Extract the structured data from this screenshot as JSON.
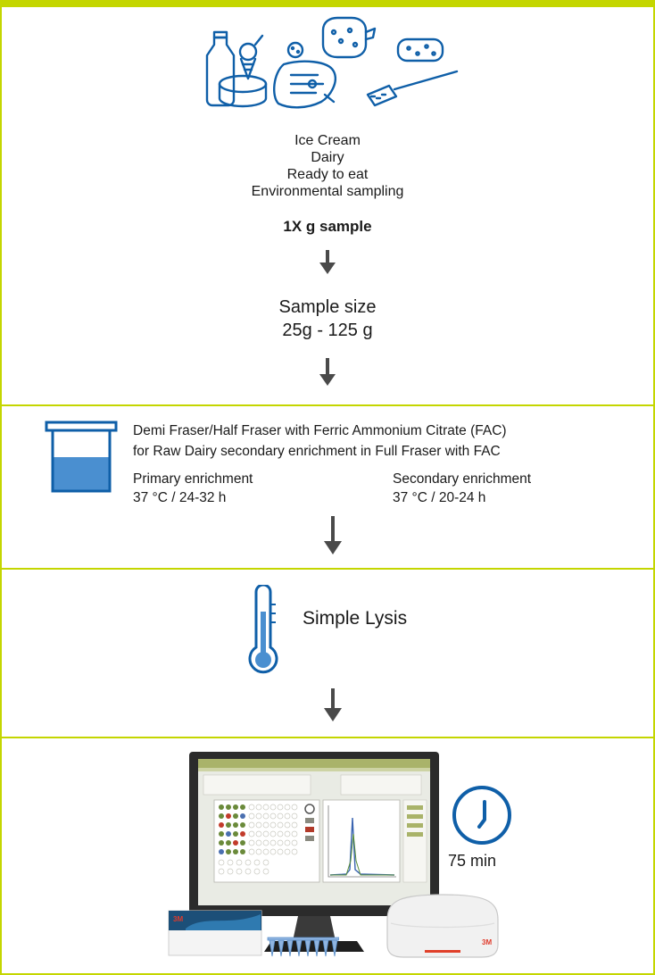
{
  "sample": {
    "food_types": [
      "Ice Cream",
      "Dairy",
      "Ready to eat",
      "Environmental sampling"
    ],
    "sample_ratio": "1X g sample",
    "sample_size_title": "Sample size",
    "sample_size_range": "25g - 125 g"
  },
  "enrichment": {
    "media_line1": "Demi Fraser/Half Fraser with Ferric Ammonium Citrate (FAC)",
    "media_line2": "for Raw Dairy secondary enrichment in Full Fraser with FAC",
    "primary_label": "Primary enrichment",
    "primary_conditions": "37 °C / 24-32 h",
    "secondary_label": "Secondary enrichment",
    "secondary_conditions": "37 °C / 20-24 h"
  },
  "lysis": {
    "label": "Simple Lysis"
  },
  "detection": {
    "time": "75 min",
    "device_logo": "3M"
  },
  "colors": {
    "border": "#c4d600",
    "icon_blue": "#0f5fa8",
    "liquid": "#4a8fd0",
    "arrow": "#4a4a4a"
  },
  "icons": [
    "food-samples-icon",
    "arrow-down-icon",
    "enrichment-container-icon",
    "thermometer-icon",
    "clock-icon",
    "computer-monitor-icon",
    "detection-instrument-icon"
  ]
}
